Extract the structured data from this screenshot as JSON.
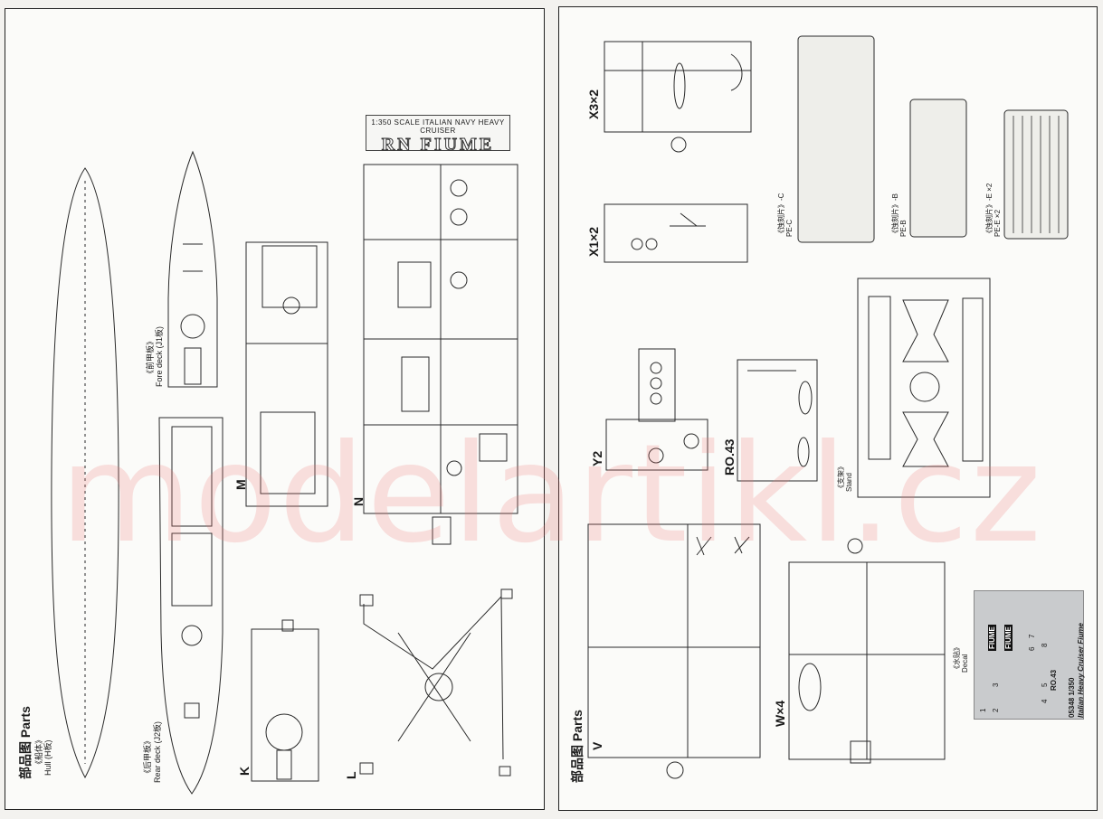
{
  "title_box": {
    "scale": "1:350 SCALE ITALIAN NAVY HEAVY CRUISER",
    "name": "RN FIUME"
  },
  "left_page": {
    "heading_cn": "部品图",
    "heading_en": "Parts",
    "hull": {
      "cn": "《船体》",
      "en": "Hull (H板)"
    },
    "rear_deck": {
      "cn": "《后甲板》",
      "en": "Rear deck (J2板)"
    },
    "fore_deck": {
      "cn": "《前甲板》",
      "en": "Fore deck (J1板)"
    },
    "sprue_letters": [
      "K",
      "L",
      "M",
      "N"
    ]
  },
  "right_page": {
    "heading_cn": "部品图",
    "heading_en": "Parts",
    "sprues": [
      {
        "id": "x3",
        "label": "X3×2"
      },
      {
        "id": "x1",
        "label": "X1×2"
      },
      {
        "id": "y",
        "label": "Y2"
      },
      {
        "id": "ro43",
        "label": "RO.43"
      },
      {
        "id": "v",
        "label": "V"
      },
      {
        "id": "w",
        "label": "W×4"
      }
    ],
    "pe_c": {
      "cn": "《蚀刻片》-C",
      "en": "PE-C"
    },
    "pe_b": {
      "cn": "《蚀刻片》-B",
      "en": "PE-B"
    },
    "pe_e": {
      "cn": "《蚀刻片》-E ×2",
      "en": "PE-E ×2"
    },
    "stand": {
      "cn": "《支架》",
      "en": "Stand"
    },
    "decal": {
      "cn": "《水贴》",
      "en": "Decal",
      "name_1": "FIUME",
      "name_2": "FIUME",
      "kit_no": "05348 1/350",
      "kit_name": "Italian Heavy Cruiser Fiume",
      "ro": "RO.43",
      "numbers": [
        "1",
        "2",
        "3",
        "4",
        "5",
        "6",
        "7",
        "8"
      ]
    }
  },
  "watermark": "modelartikl.cz"
}
